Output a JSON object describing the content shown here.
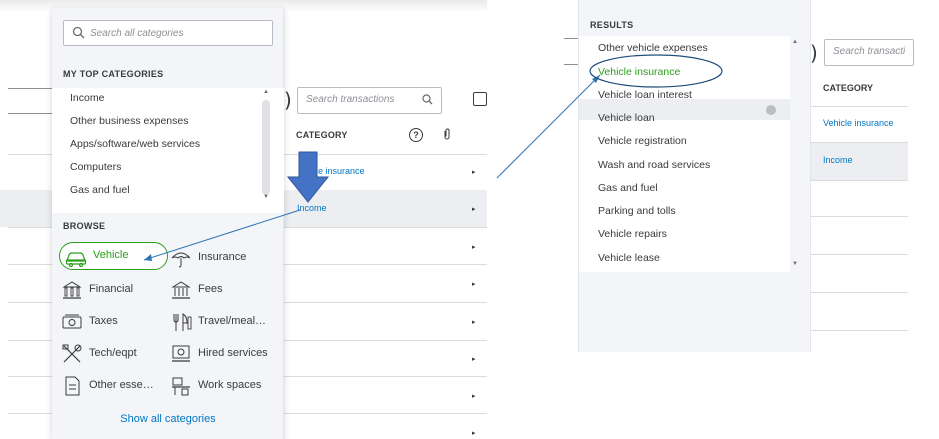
{
  "left": {
    "category_search": {
      "placeholder": "Search all categories"
    },
    "top_categories": {
      "heading": "MY TOP CATEGORIES",
      "items": [
        "Income",
        "Other business expenses",
        "Apps/software/web services",
        "Computers",
        "Gas and fuel"
      ]
    },
    "browse": {
      "heading": "BROWSE",
      "items": [
        {
          "label": "Vehicle",
          "icon": "car-icon",
          "active": true
        },
        {
          "label": "Insurance",
          "icon": "umbrella-icon"
        },
        {
          "label": "Financial",
          "icon": "bank-icon"
        },
        {
          "label": "Fees",
          "icon": "building-icon"
        },
        {
          "label": "Taxes",
          "icon": "money-icon"
        },
        {
          "label": "Travel/meal…",
          "icon": "utensils-icon"
        },
        {
          "label": "Tech/eqpt",
          "icon": "tools-icon"
        },
        {
          "label": "Hired services",
          "icon": "hired-services-icon"
        },
        {
          "label": "Other esse…",
          "icon": "document-icon"
        },
        {
          "label": "Work spaces",
          "icon": "workspace-icon"
        }
      ],
      "show_all": "Show all categories"
    },
    "table": {
      "search_placeholder": "Search transactions",
      "column_header": "CATEGORY",
      "cells": [
        "le insurance",
        "Income"
      ]
    }
  },
  "right": {
    "results": {
      "heading": "RESULTS",
      "items": [
        "Other vehicle expenses",
        "Vehicle insurance",
        "Vehicle loan interest",
        "Vehicle loan",
        "Vehicle registration",
        "Wash and road services",
        "Gas and fuel",
        "Parking and tolls",
        "Vehicle repairs",
        "Vehicle lease"
      ],
      "selected": "Vehicle insurance"
    },
    "table": {
      "search_placeholder": "Search transacti",
      "column_header": "CATEGORY",
      "cells": [
        "Vehicle insurance",
        "Income"
      ]
    }
  },
  "colors": {
    "accent_green": "#2ca01c",
    "link_blue": "#0077c5",
    "annotation_blue": "#2e75b6"
  }
}
